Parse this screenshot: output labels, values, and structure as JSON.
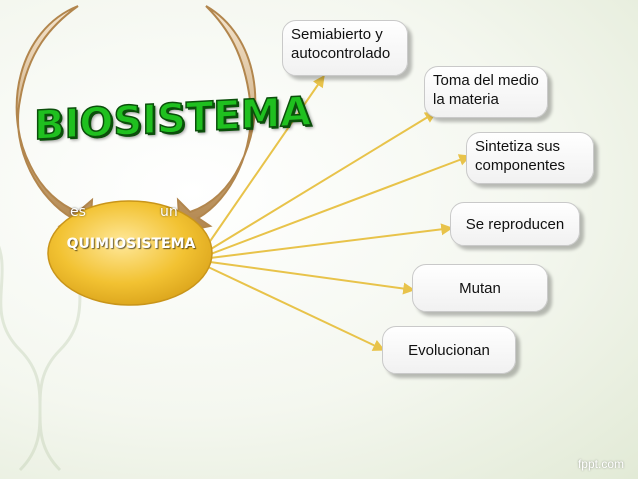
{
  "title": "BIOSISTEMA",
  "arrow_left_label": "es",
  "arrow_right_label": "un",
  "center_node": "QUIMIOSISTEMA",
  "properties": [
    "Semiabierto y autocontrolado",
    "Toma del medio la materia",
    "Sintetiza sus componentes",
    "Se reproducen",
    "Mutan",
    "Evolucionan"
  ],
  "watermark": "fppt.com",
  "colors": {
    "title_fill": "#1fc01f",
    "ellipse": "#f2c232",
    "connector": "#e8c34a",
    "curved_arrow": "#b2864d"
  }
}
